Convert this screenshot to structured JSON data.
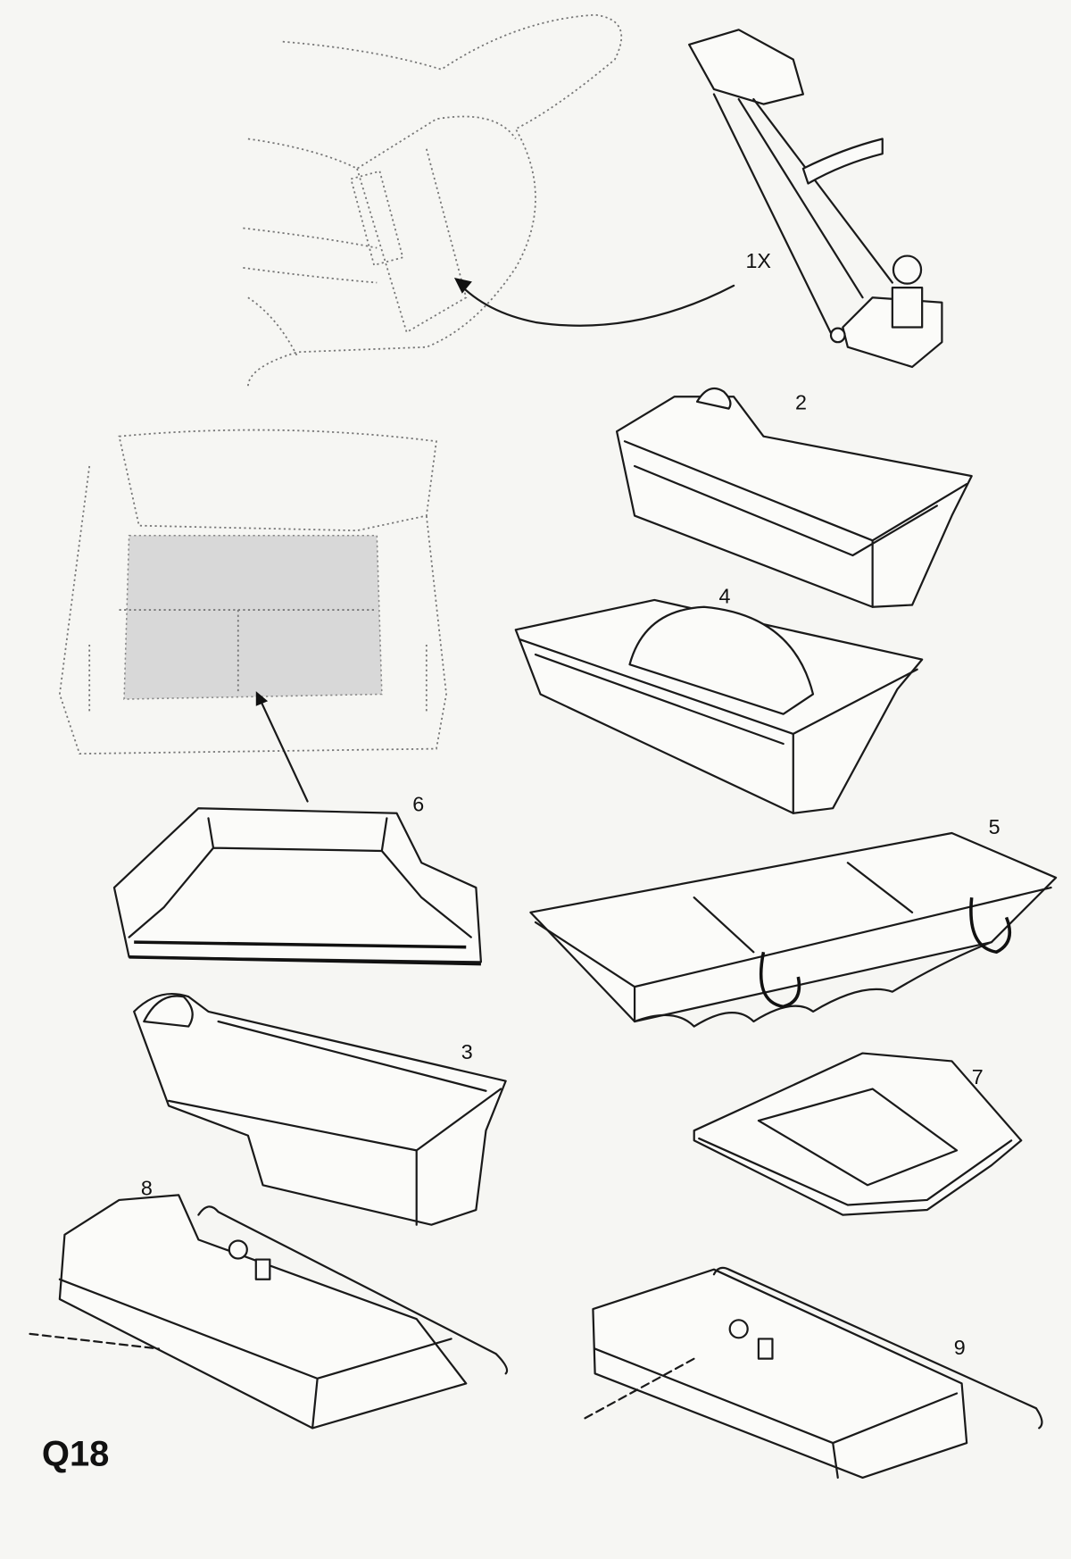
{
  "page_code": "Q18",
  "callouts": {
    "jack": "1X",
    "tray_2": "2",
    "tray_3": "3",
    "tray_4": "4",
    "tray_5": "5",
    "mat_6": "6",
    "mat_7": "7",
    "cover_8": "8",
    "cover_9": "9"
  }
}
